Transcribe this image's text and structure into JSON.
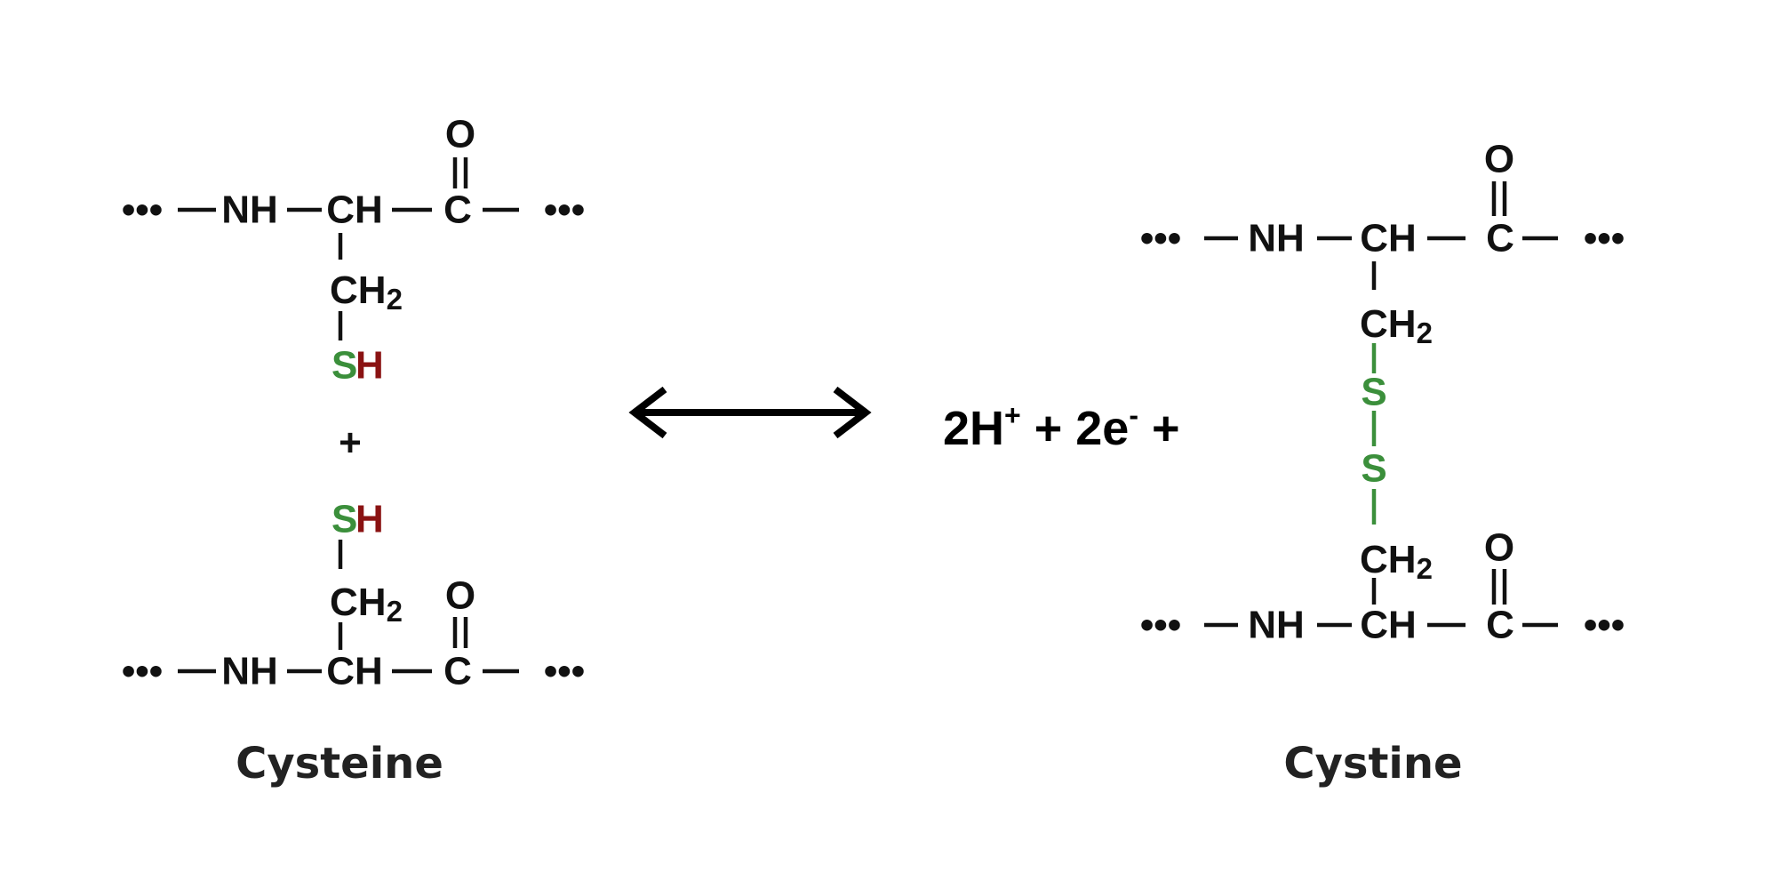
{
  "atoms": {
    "NH": "NH",
    "CH": "CH",
    "C": "C",
    "O": "O",
    "S": "S",
    "H": "H",
    "sub2": "2",
    "dots": "•••",
    "plus": "+"
  },
  "colors": {
    "sulfur": "#3b8f3b",
    "hydrogen": "#8a1212",
    "text": "#111111"
  },
  "equation": {
    "part1": "2H",
    "sup1": "+",
    "part2": " + 2e",
    "sup2": "-",
    "part3": " +"
  },
  "arrow": {
    "type": "double-headed-arrow"
  },
  "labels": {
    "left": "Cysteine",
    "right": "Cystine"
  }
}
